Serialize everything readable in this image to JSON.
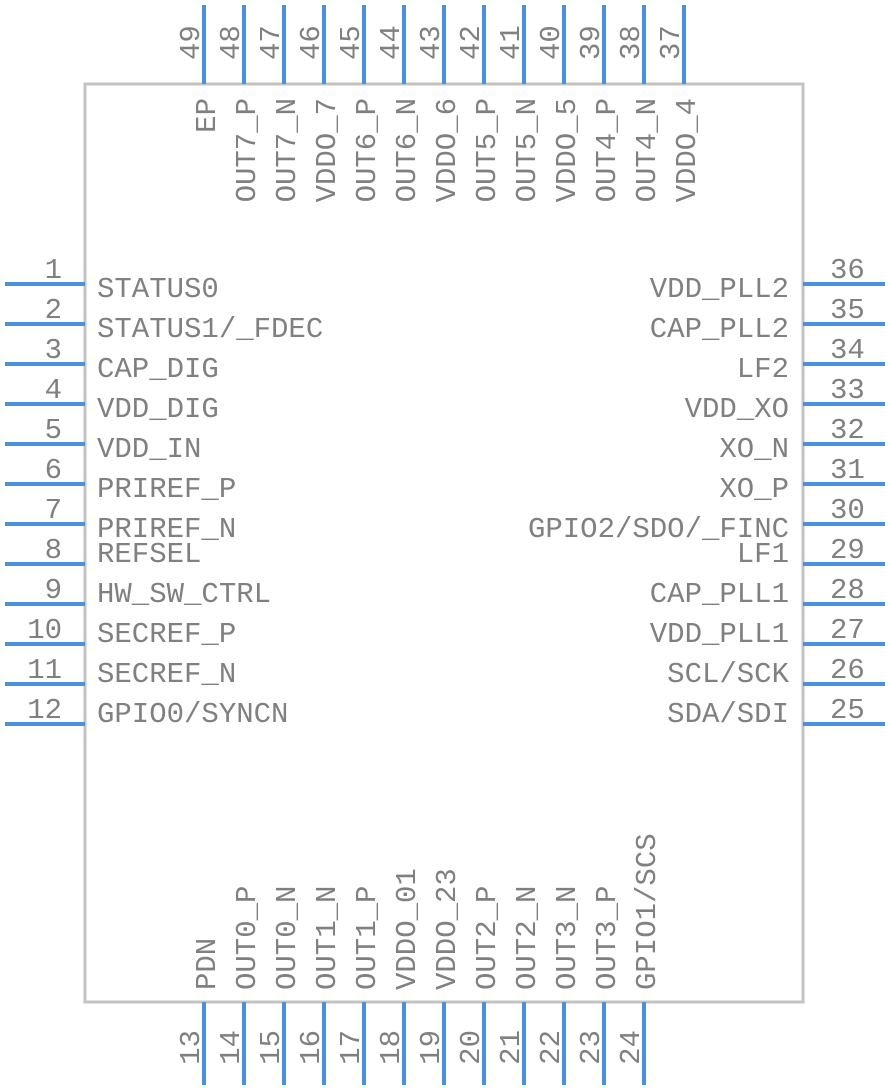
{
  "colors": {
    "body_outline": "#c3c3c3",
    "pin_line": "#4a90e2",
    "label_text": "#808080",
    "background": "#ffffff"
  },
  "left_pins": [
    {
      "num": "1",
      "name": "STATUS0"
    },
    {
      "num": "2",
      "name": "STATUS1/_FDEC"
    },
    {
      "num": "3",
      "name": "CAP_DIG"
    },
    {
      "num": "4",
      "name": "VDD_DIG"
    },
    {
      "num": "5",
      "name": "VDD_IN"
    },
    {
      "num": "6",
      "name": "PRIREF_P"
    },
    {
      "num": "7",
      "name": "PRIREF_N"
    },
    {
      "num": "8",
      "name": "REFSEL"
    },
    {
      "num": "9",
      "name": "HW_SW_CTRL"
    },
    {
      "num": "10",
      "name": "SECREF_P"
    },
    {
      "num": "11",
      "name": "SECREF_N"
    },
    {
      "num": "12",
      "name": "GPIO0/SYNCN"
    }
  ],
  "right_pins": [
    {
      "num": "36",
      "name": "VDD_PLL2"
    },
    {
      "num": "35",
      "name": "CAP_PLL2"
    },
    {
      "num": "34",
      "name": "LF2"
    },
    {
      "num": "33",
      "name": "VDD_XO"
    },
    {
      "num": "32",
      "name": "XO_N"
    },
    {
      "num": "31",
      "name": "XO_P"
    },
    {
      "num": "30",
      "name": "GPIO2/SDO/_FINC"
    },
    {
      "num": "29",
      "name": "LF1"
    },
    {
      "num": "28",
      "name": "CAP_PLL1"
    },
    {
      "num": "27",
      "name": "VDD_PLL1"
    },
    {
      "num": "26",
      "name": "SCL/SCK"
    },
    {
      "num": "25",
      "name": "SDA/SDI"
    }
  ],
  "top_pins": [
    {
      "num": "49",
      "name": "EP"
    },
    {
      "num": "48",
      "name": "OUT7_P"
    },
    {
      "num": "47",
      "name": "OUT7_N"
    },
    {
      "num": "46",
      "name": "VDDO_7"
    },
    {
      "num": "45",
      "name": "OUT6_P"
    },
    {
      "num": "44",
      "name": "OUT6_N"
    },
    {
      "num": "43",
      "name": "VDDO_6"
    },
    {
      "num": "42",
      "name": "OUT5_P"
    },
    {
      "num": "41",
      "name": "OUT5_N"
    },
    {
      "num": "40",
      "name": "VDDO_5"
    },
    {
      "num": "39",
      "name": "OUT4_P"
    },
    {
      "num": "38",
      "name": "OUT4_N"
    },
    {
      "num": "37",
      "name": "VDDO_4"
    }
  ],
  "bottom_pins": [
    {
      "num": "13",
      "name": "PDN"
    },
    {
      "num": "14",
      "name": "OUT0_P"
    },
    {
      "num": "15",
      "name": "OUT0_N"
    },
    {
      "num": "16",
      "name": "OUT1_N"
    },
    {
      "num": "17",
      "name": "OUT1_P"
    },
    {
      "num": "18",
      "name": "VDDO_01"
    },
    {
      "num": "19",
      "name": "VDDO_23"
    },
    {
      "num": "20",
      "name": "OUT2_P"
    },
    {
      "num": "21",
      "name": "OUT2_N"
    },
    {
      "num": "22",
      "name": "OUT3_N"
    },
    {
      "num": "23",
      "name": "OUT3_P"
    },
    {
      "num": "24",
      "name": "GPIO1/SCS"
    }
  ]
}
